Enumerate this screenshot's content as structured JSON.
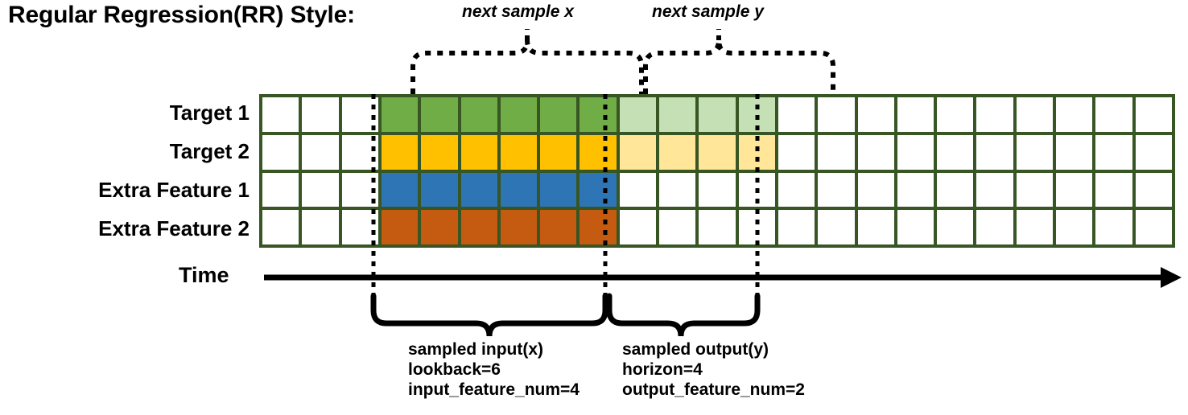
{
  "title": "Regular Regression(RR) Style:",
  "colors": {
    "grid_border": "#375623",
    "target1": "#70AD47",
    "target1_light": "#C5E0B4",
    "target2": "#FFC000",
    "target2_light": "#FFE699",
    "extra1": "#2E75B6",
    "extra2": "#C55A11",
    "empty": "#FFFFFF",
    "annotation": "#000000"
  },
  "rows": [
    {
      "label": "Target 1",
      "name": "target-1"
    },
    {
      "label": "Target 2",
      "name": "target-2"
    },
    {
      "label": "Extra Feature 1",
      "name": "extra-feature-1"
    },
    {
      "label": "Extra Feature 2",
      "name": "extra-feature-2"
    }
  ],
  "grid": {
    "columns": 23,
    "input_start_col": 3,
    "input_end_col": 9,
    "output_end_col": 13,
    "fill": [
      [
        "empty",
        "empty",
        "empty",
        "target1",
        "target1",
        "target1",
        "target1",
        "target1",
        "target1",
        "target1_light",
        "target1_light",
        "target1_light",
        "target1_light",
        "empty",
        "empty",
        "empty",
        "empty",
        "empty",
        "empty",
        "empty",
        "empty",
        "empty",
        "empty"
      ],
      [
        "empty",
        "empty",
        "empty",
        "target2",
        "target2",
        "target2",
        "target2",
        "target2",
        "target2",
        "target2_light",
        "target2_light",
        "target2_light",
        "target2_light",
        "empty",
        "empty",
        "empty",
        "empty",
        "empty",
        "empty",
        "empty",
        "empty",
        "empty",
        "empty"
      ],
      [
        "empty",
        "empty",
        "empty",
        "extra1",
        "extra1",
        "extra1",
        "extra1",
        "extra1",
        "extra1",
        "empty",
        "empty",
        "empty",
        "empty",
        "empty",
        "empty",
        "empty",
        "empty",
        "empty",
        "empty",
        "empty",
        "empty",
        "empty",
        "empty"
      ],
      [
        "empty",
        "empty",
        "empty",
        "extra2",
        "extra2",
        "extra2",
        "extra2",
        "extra2",
        "extra2",
        "empty",
        "empty",
        "empty",
        "empty",
        "empty",
        "empty",
        "empty",
        "empty",
        "empty",
        "empty",
        "empty",
        "empty",
        "empty",
        "empty"
      ]
    ]
  },
  "top_annotations": [
    {
      "name": "next-sample-x",
      "label": "next sample x"
    },
    {
      "name": "next-sample-y",
      "label": "next sample y"
    }
  ],
  "axis": {
    "label": "Time"
  },
  "bottom_annotations": [
    {
      "name": "sampled-input",
      "lines": [
        "sampled input(x)",
        "lookback=6",
        "input_feature_num=4"
      ]
    },
    {
      "name": "sampled-output",
      "lines": [
        "sampled output(y)",
        "horizon=4",
        "output_feature_num=2"
      ]
    }
  ]
}
